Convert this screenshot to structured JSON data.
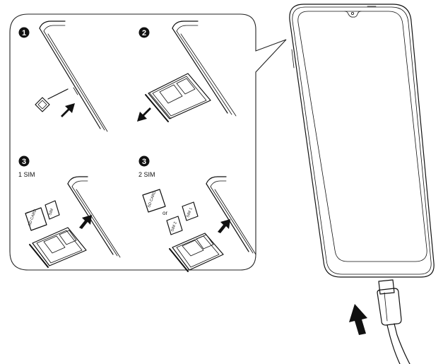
{
  "steps": {
    "s1": {
      "num": "1"
    },
    "s2": {
      "num": "2"
    },
    "s3a": {
      "num": "3",
      "caption": "1 SIM"
    },
    "s3b": {
      "num": "3",
      "caption": "2 SIM"
    }
  },
  "labels": {
    "sd_card": "SD CARD",
    "sim": "SIM",
    "sim1": "SIM 1",
    "sim2": "SIM 2",
    "or": "or"
  }
}
